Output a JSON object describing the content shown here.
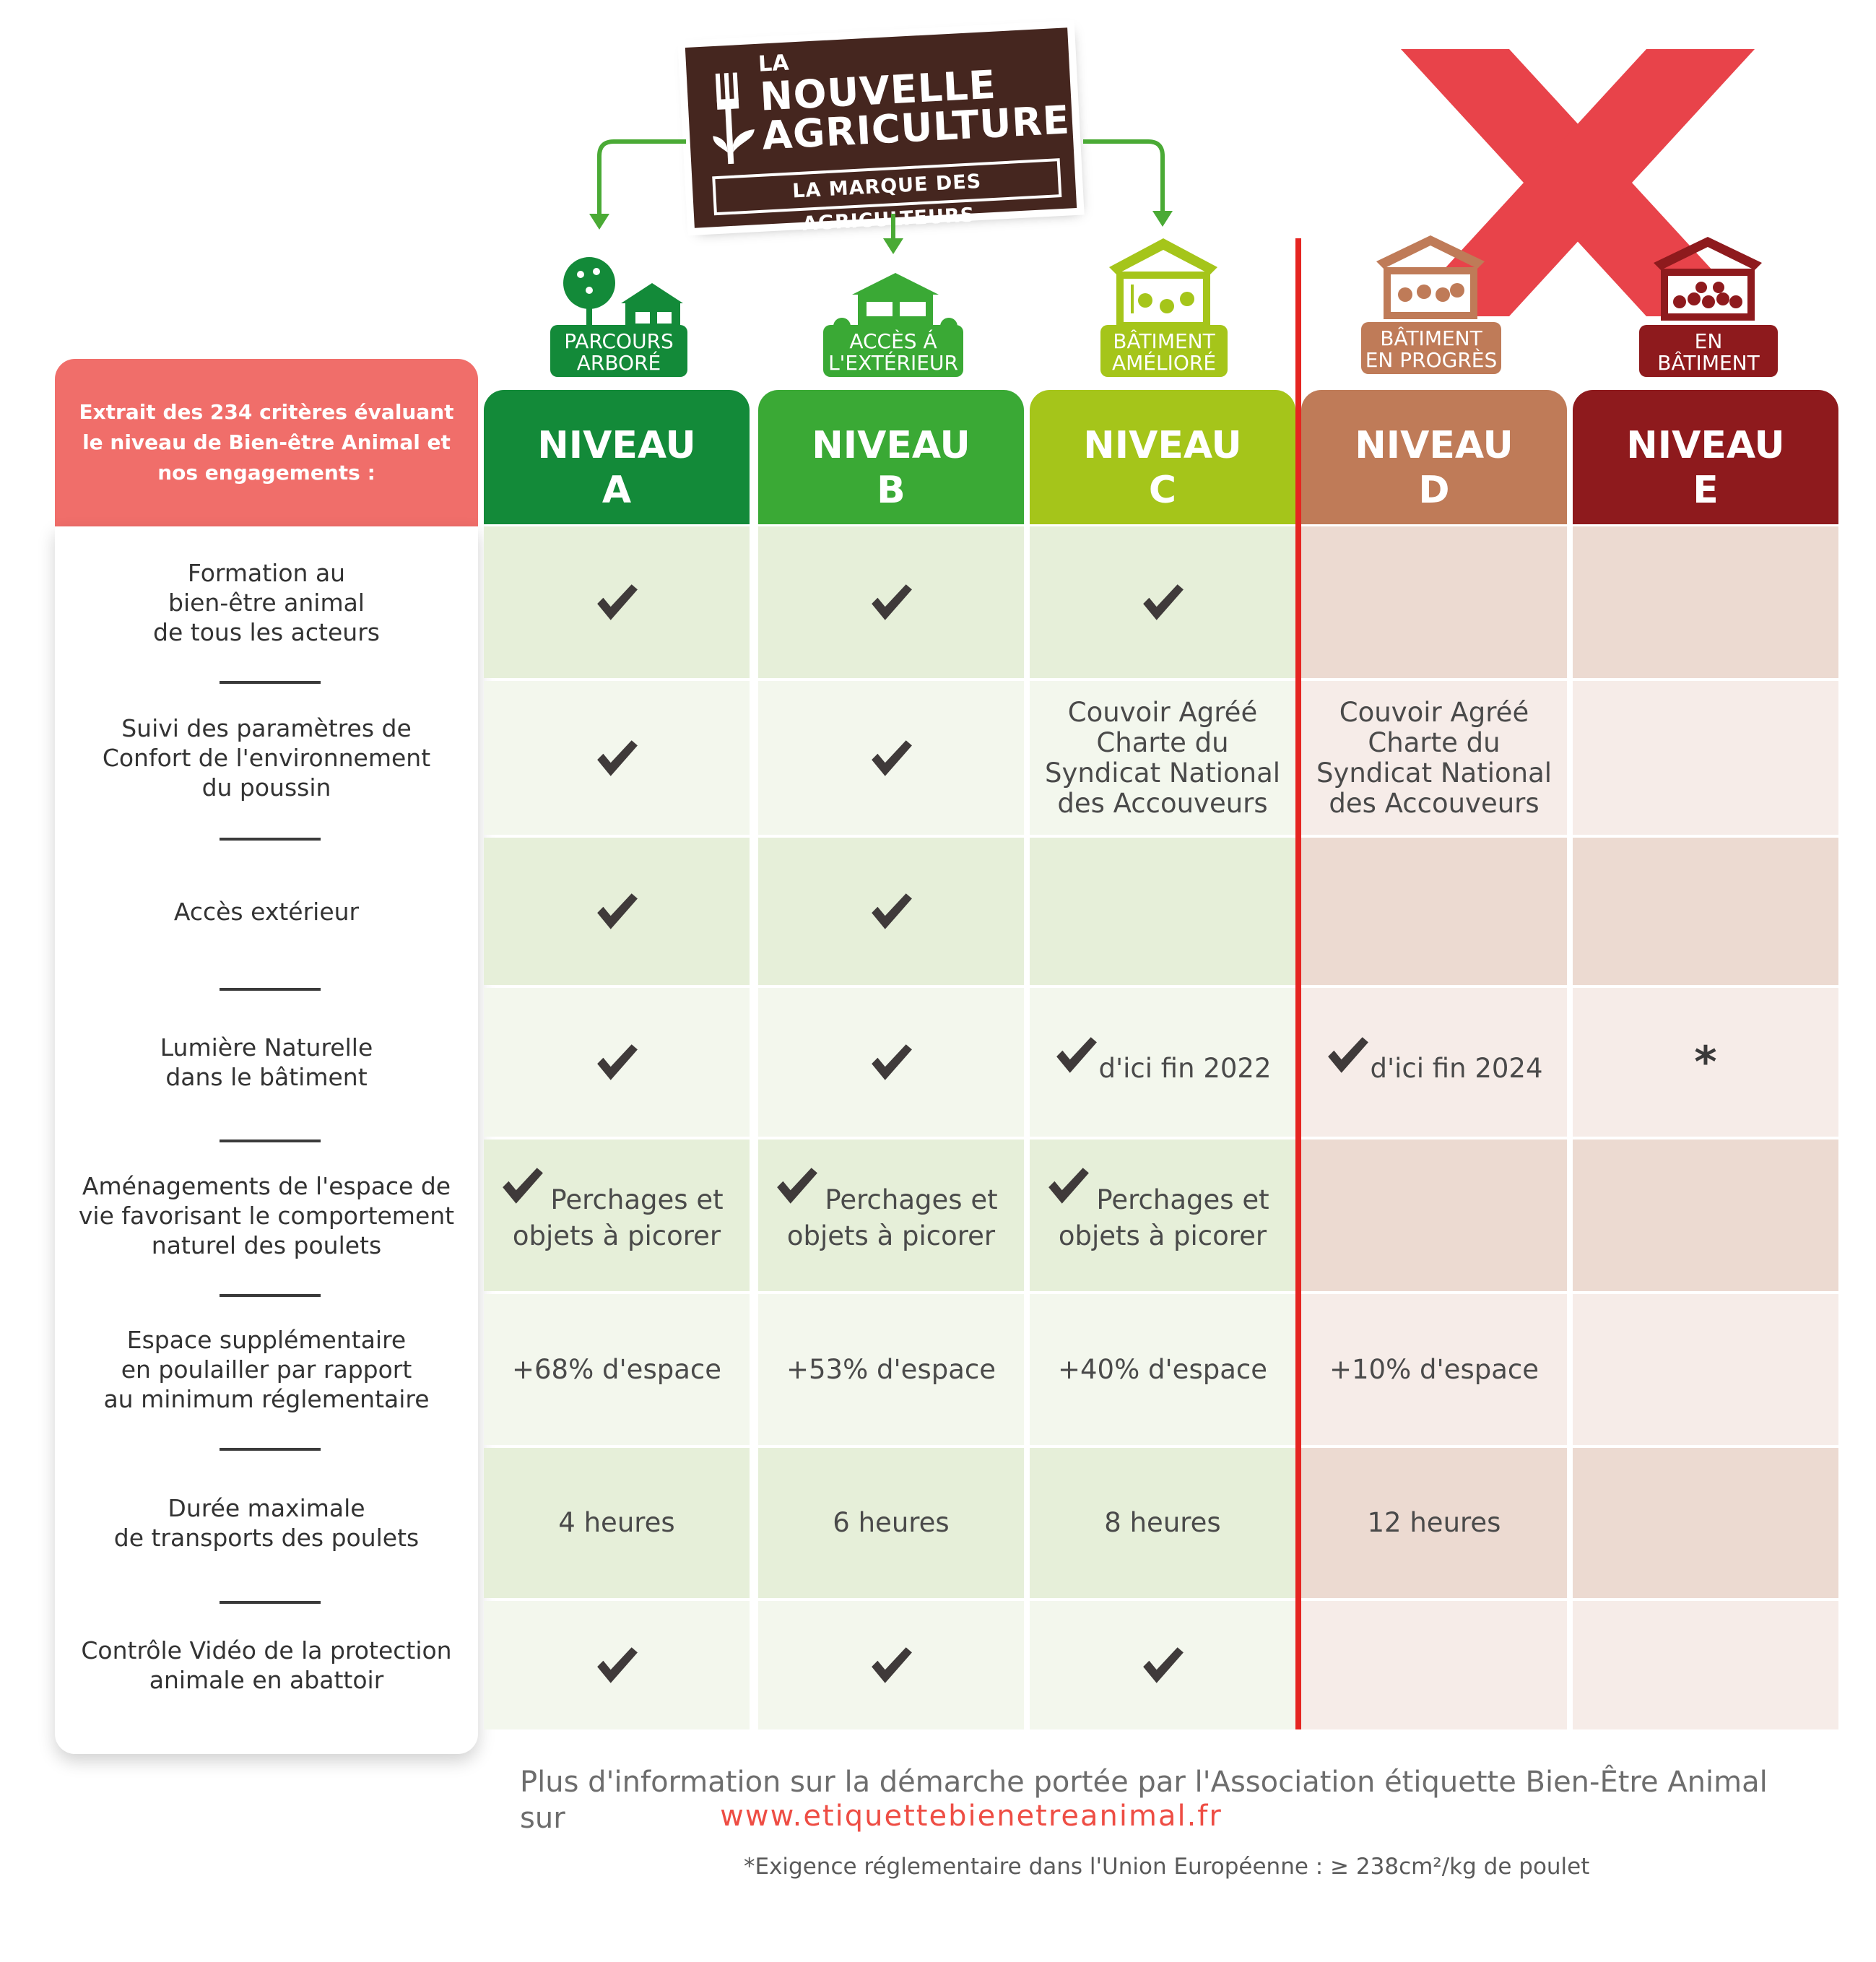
{
  "brand": {
    "line1": "LA",
    "line2": "NOUVELLE",
    "line3": "AGRICULTURE",
    "tagline": "LA MARQUE DES AGRICULTEURS"
  },
  "criteria_header": "Extrait des 234 critères évaluant le niveau de Bien-être Animal et nos engagements :",
  "levels": [
    {
      "word": "NIVEAU",
      "letter": "A",
      "badge": [
        "PARCOURS",
        "ARBORÉ"
      ],
      "color": "#138a39",
      "icon": "tree-barn-icon"
    },
    {
      "word": "NIVEAU",
      "letter": "B",
      "badge": [
        "ACCÈS Á",
        "L'EXTÉRIEUR"
      ],
      "color": "#3aa935",
      "icon": "barn-outdoor-icon"
    },
    {
      "word": "NIVEAU",
      "letter": "C",
      "badge": [
        "BÂTIMENT",
        "AMÉLIORÉ"
      ],
      "color": "#a5c51a",
      "icon": "improved-barn-icon"
    },
    {
      "word": "NIVEAU",
      "letter": "D",
      "badge": [
        "BÂTIMENT",
        "EN PROGRÈS"
      ],
      "color": "#bf7b58",
      "icon": "barn-progress-icon"
    },
    {
      "word": "NIVEAU",
      "letter": "E",
      "badge": [
        "EN",
        "BÂTIMENT"
      ],
      "color": "#8e1a1d",
      "icon": "closed-barn-icon"
    }
  ],
  "criteria": [
    "Formation au\nbien-être animal\nde tous les acteurs",
    "Suivi des paramètres de\nConfort de l'environnement\ndu poussin",
    "Accès extérieur",
    "Lumière Naturelle\ndans le bâtiment",
    "Aménagements de l'espace de\nvie favorisant le comportement\nnaturel des poulets",
    "Espace supplémentaire\nen poulailler par rapport\nau minimum réglementaire",
    "Durée maximale\nde transports des poulets",
    "Contrôle Vidéo de la protection\nanimale en abattoir"
  ],
  "cells": [
    [
      {
        "check": true
      },
      {
        "check": true
      },
      {
        "check": true
      },
      {},
      {}
    ],
    [
      {
        "check": true
      },
      {
        "check": true
      },
      {
        "text": "Couvoir Agréé\nCharte du\nSyndicat National\ndes Accouveurs"
      },
      {
        "text": "Couvoir Agréé\nCharte du\nSyndicat National\ndes Accouveurs"
      },
      {}
    ],
    [
      {
        "check": true
      },
      {
        "check": true
      },
      {},
      {},
      {}
    ],
    [
      {
        "check": true
      },
      {
        "check": true
      },
      {
        "check": true,
        "text": "d'ici fin 2022"
      },
      {
        "check": true,
        "text": "d'ici fin 2024"
      },
      {
        "text": "*"
      }
    ],
    [
      {
        "check": true,
        "text": "Perchages et\nobjets à picorer"
      },
      {
        "check": true,
        "text": "Perchages et\nobjets à picorer"
      },
      {
        "check": true,
        "text": "Perchages et\nobjets à picorer"
      },
      {},
      {}
    ],
    [
      {
        "text": "+68% d'espace"
      },
      {
        "text": "+53% d'espace"
      },
      {
        "text": "+40% d'espace"
      },
      {
        "text": "+10% d'espace"
      },
      {}
    ],
    [
      {
        "text": "4 heures"
      },
      {
        "text": "6 heures"
      },
      {
        "text": "8 heures"
      },
      {
        "text": "12 heures"
      },
      {}
    ],
    [
      {
        "check": true
      },
      {
        "check": true
      },
      {
        "check": true
      },
      {},
      {}
    ]
  ],
  "footer": {
    "info": "Plus d'information sur la démarche portée par l'Association étiquette Bien-Être Animal sur",
    "url": "www.etiquettebienetreanimal.fr",
    "note": "*Exigence réglementaire dans l'Union Européenne : ≥ 238cm²/kg de poulet"
  },
  "colors": {
    "green_row_dark": "#e6efd9",
    "green_row_light": "#f3f7ed",
    "pink_row_dark": "#ecdad1",
    "pink_row_light": "#f6ece8",
    "red_line": "#e52521",
    "cross": "#e8434a",
    "check": "#3f3a3a"
  }
}
